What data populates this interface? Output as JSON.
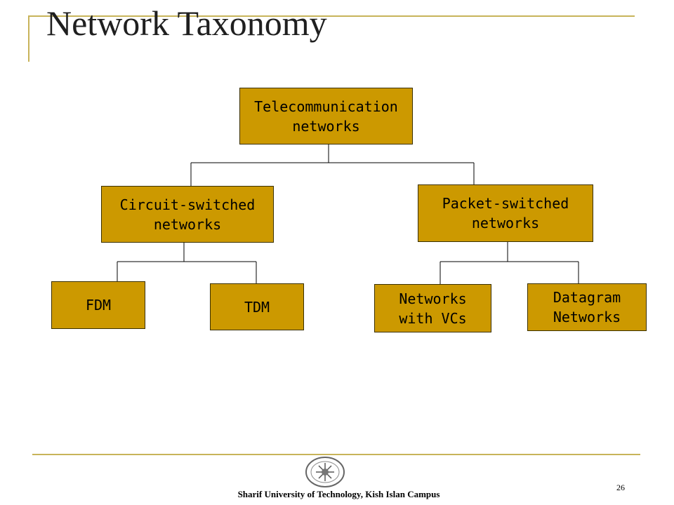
{
  "slide": {
    "title": "Network Taxonomy",
    "page_number": "26",
    "footer": "Sharif University of Technology, Kish Islan Campus",
    "accent_color": "#c8b45a",
    "node_color": "#cc9900"
  },
  "taxonomy": {
    "root": "Telecommunication\nnetworks",
    "circuit_switched": "Circuit-switched\nnetworks",
    "packet_switched": "Packet-switched\nnetworks",
    "fdm": "FDM",
    "tdm": "TDM",
    "networks_with_vcs": "Networks\nwith VCs",
    "datagram_networks": "Datagram\nNetworks"
  },
  "logo": {
    "icon": "university-seal-icon"
  }
}
